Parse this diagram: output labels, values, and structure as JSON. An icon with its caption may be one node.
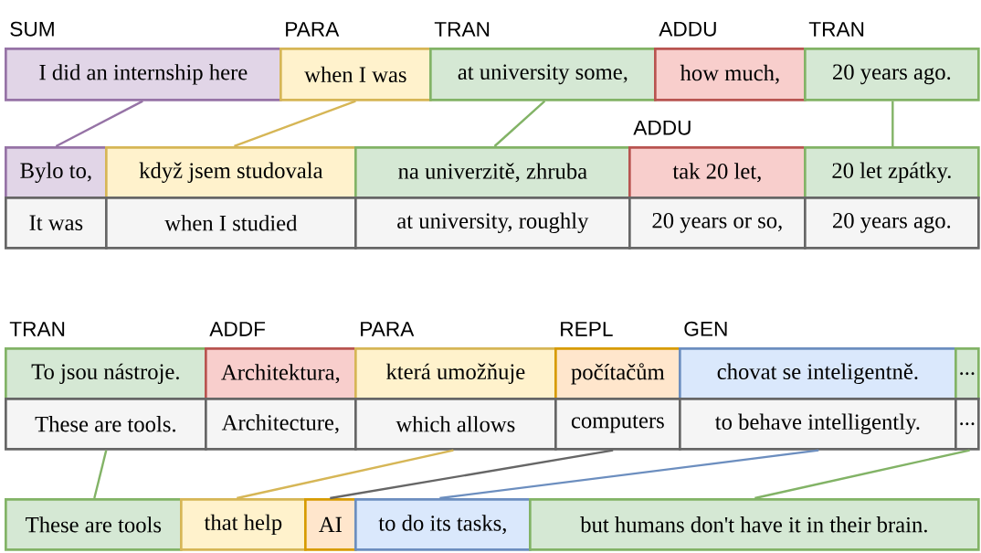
{
  "diagram": {
    "nodes": [
      {
        "text": [
          "SUM",
          "I did an internship here"
        ]
      },
      {
        "text": [
          "PARA",
          "when I was"
        ]
      },
      {
        "text": [
          "TRAN",
          "at university some,"
        ]
      },
      {
        "text": [
          "ADDU",
          "how much,"
        ]
      },
      {
        "text": [
          "TRAN",
          "20 years ago."
        ]
      },
      {
        "text": [
          "Bylo to,"
        ]
      },
      {
        "text": [
          "když jsem studovala"
        ]
      },
      {
        "text": [
          "na univerzitě, zhruba"
        ]
      },
      {
        "text": [
          "ADDU",
          "tak 20 let,"
        ]
      },
      {
        "text": [
          "20 let zpátky."
        ]
      },
      {
        "text": [
          "It was"
        ]
      },
      {
        "text": [
          "when I studied"
        ]
      },
      {
        "text": [
          "at university, roughly"
        ]
      },
      {
        "text": [
          "20 years or so,"
        ]
      },
      {
        "text": [
          "20 years ago."
        ]
      },
      {
        "text": [
          "TRAN",
          "To jsou nástroje."
        ]
      },
      {
        "text": [
          "ADDF",
          "Architektura,"
        ]
      },
      {
        "text": [
          "PARA",
          "která umožňuje"
        ]
      },
      {
        "text": [
          "REPL",
          "počítačům"
        ]
      },
      {
        "text": [
          "GEN",
          "chovat se inteligentně."
        ]
      },
      {
        "text": [
          "..."
        ]
      },
      {
        "text": [
          "These are tools."
        ]
      },
      {
        "text": [
          "Architecture,"
        ]
      },
      {
        "text": [
          "which allows"
        ]
      },
      {
        "text": [
          "computers"
        ]
      },
      {
        "text": [
          "to behave intelligently."
        ]
      },
      {
        "text": [
          "..."
        ]
      },
      {
        "text": [
          "These are tools"
        ]
      },
      {
        "text": [
          "that help"
        ]
      },
      {
        "text": [
          "AI"
        ]
      },
      {
        "text": [
          "to do its tasks,"
        ]
      },
      {
        "text": [
          "but humans don't have it in their brain."
        ]
      }
    ],
    "edges": [
      {
        "from": 0,
        "to": 5,
        "arrow": "none",
        "color": "#9673a6"
      },
      {
        "from": 1,
        "to": 6,
        "arrow": "none",
        "color": "#d6b656"
      },
      {
        "from": 2,
        "to": 7,
        "arrow": "none",
        "color": "#82b366"
      },
      {
        "from": 4,
        "to": 9,
        "arrow": "none",
        "color": "#82b366"
      },
      {
        "from": 21,
        "to": 27,
        "arrow": "none",
        "color": "#82b366"
      },
      {
        "from": 23,
        "to": 28,
        "arrow": "none",
        "color": "#d6b656"
      },
      {
        "from": 24,
        "to": 29,
        "arrow": "none",
        "color": "#666666"
      },
      {
        "from": 25,
        "to": 30,
        "arrow": "none",
        "color": "#6c8ebf"
      },
      {
        "from": 26,
        "to": 31,
        "arrow": "none",
        "color": "#82b366"
      }
    ]
  }
}
